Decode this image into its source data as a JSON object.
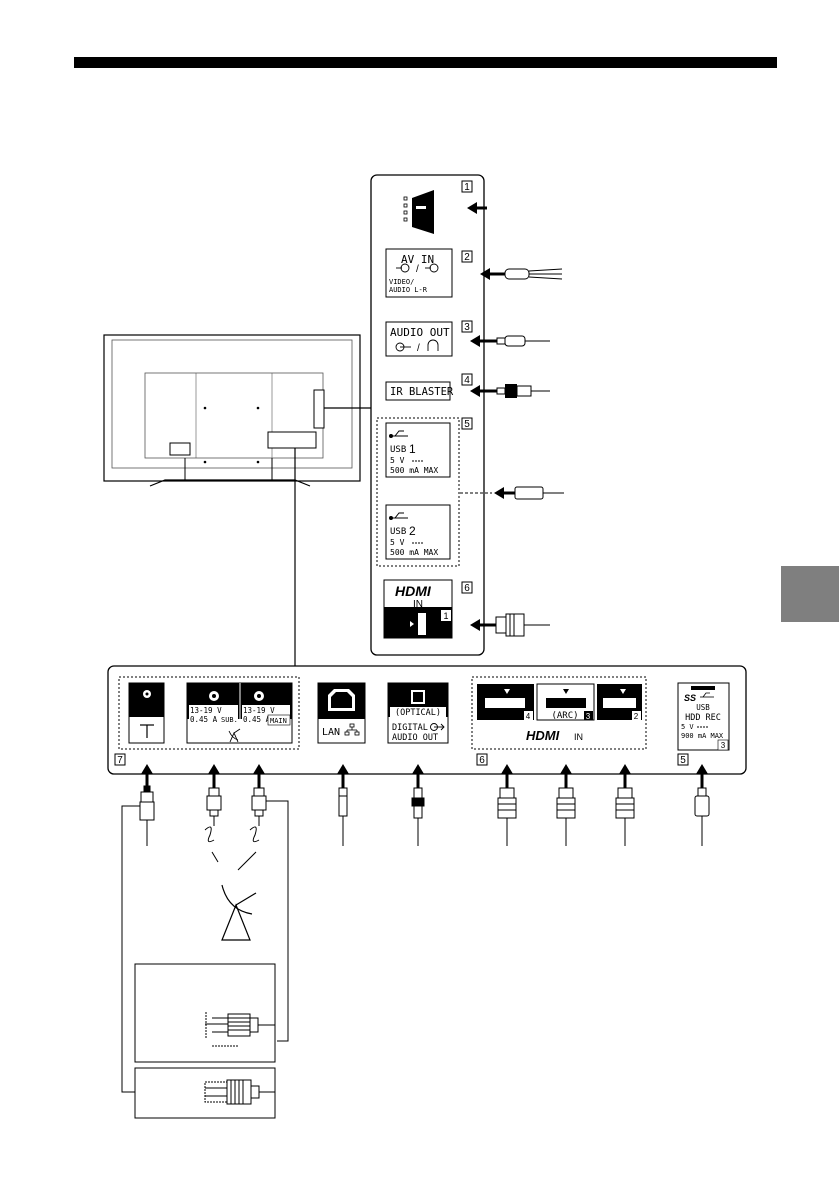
{
  "side_panel": {
    "ports": [
      {
        "num": "1"
      },
      {
        "num": "2",
        "line1": "AV IN",
        "line3": "VIDEO/",
        "line4": "AUDIO L-R"
      },
      {
        "num": "3",
        "line1": "AUDIO OUT"
      },
      {
        "num": "4",
        "line1": "IR BLASTER"
      },
      {
        "num": "5",
        "usb1_name": "USB",
        "usb1_num": "1",
        "usb1_volt": "5 V",
        "usb1_max": "500 mA MAX",
        "usb2_name": "USB",
        "usb2_num": "2",
        "usb2_volt": "5 V",
        "usb2_max": "500 mA MAX"
      },
      {
        "num": "6",
        "hdmi_logo": "HDMI",
        "hdmi_in": "IN",
        "hdmi_port": "1"
      }
    ]
  },
  "bottom_panel": {
    "group7_num": "7",
    "sat_volt_a": "13-19 V",
    "sat_amp_a": "0.45 A",
    "sat_sub": "SUB.",
    "sat_volt_b": "13-19 V",
    "sat_amp_b": "0.45 A",
    "sat_main": "MAIN",
    "lan": "LAN",
    "optical": "(OPTICAL)",
    "digital": "DIGITAL",
    "audio_out": "AUDIO OUT",
    "group6_num": "6",
    "hdmi4": "4",
    "hdmi3": "3",
    "hdmi2": "2",
    "arc": "(ARC)",
    "hdmi_logo": "HDMI",
    "hdmi_in": "IN",
    "group5_num": "5",
    "usb3_logo": "SS",
    "usb3_name": "USB",
    "usb3_hdd": "HDD REC",
    "usb3_volt": "5 V",
    "usb3_max": "900 mA MAX",
    "usb3_num": "3"
  },
  "colors": {
    "ink": "#000000",
    "gray_bar": "#7f7f7f",
    "tv_gray": "#d9d9d9"
  }
}
